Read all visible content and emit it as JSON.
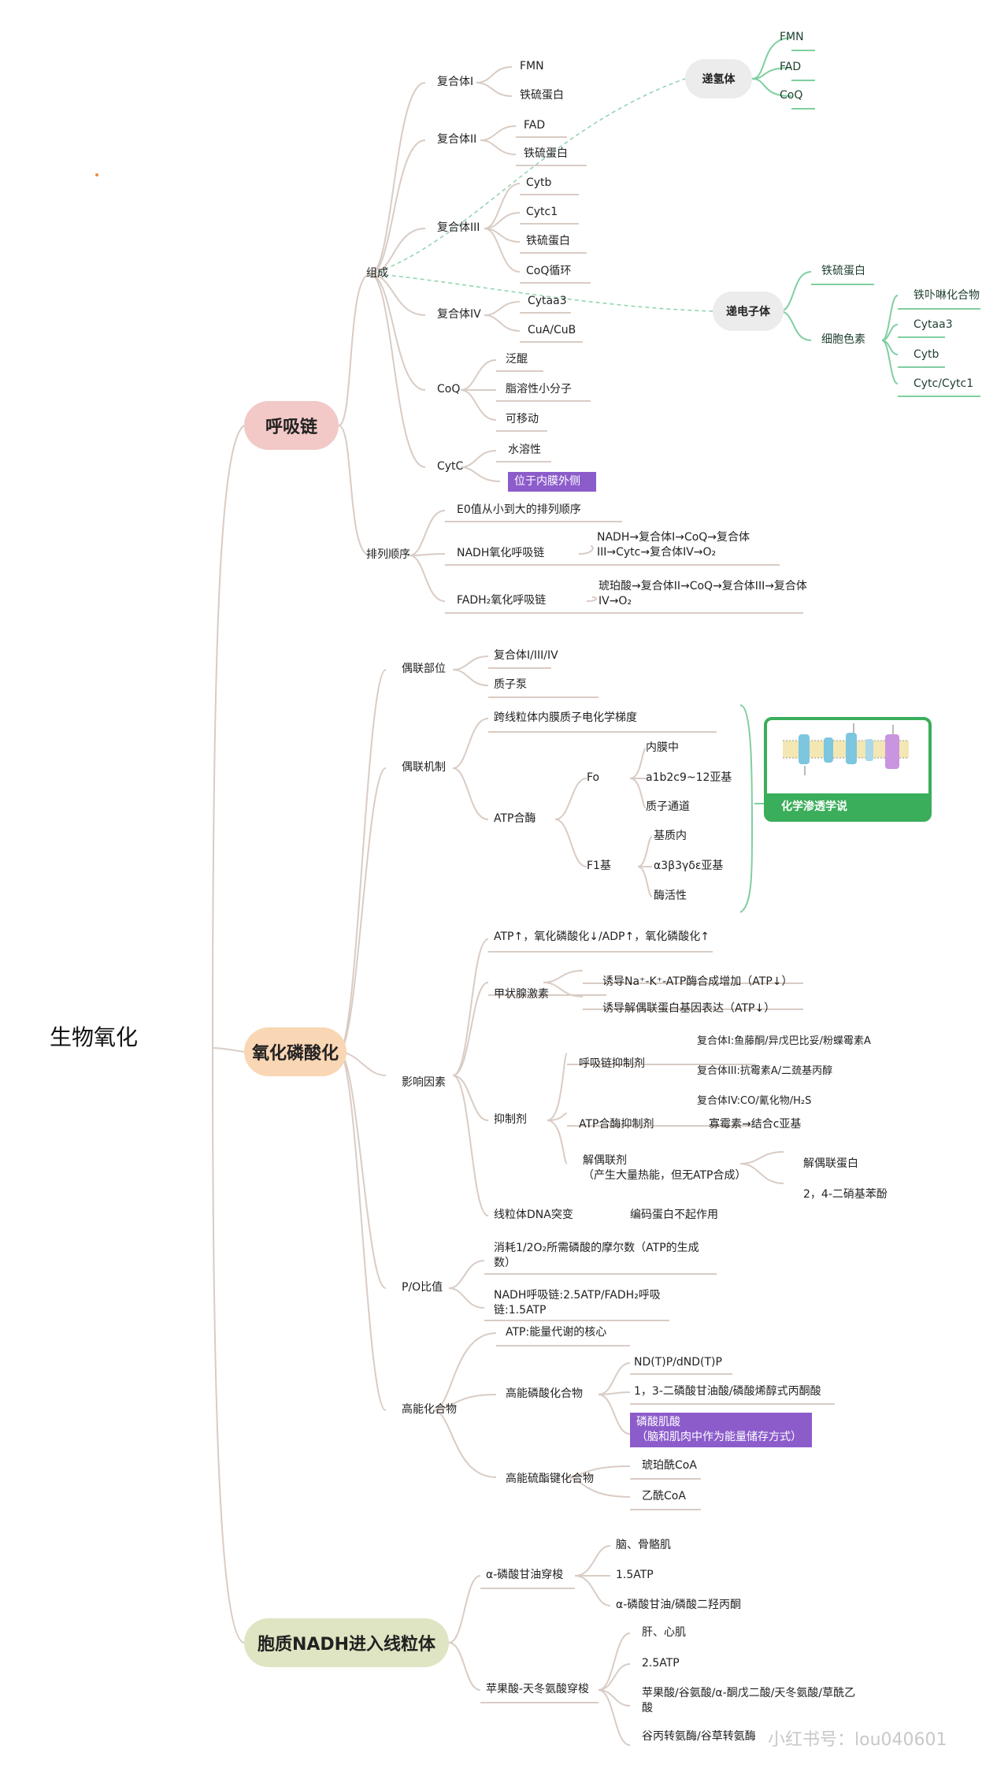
{
  "root": "生物氧化",
  "colors": {
    "branch1": "#f2c9c7",
    "branch2": "#f9d6b4",
    "branch3": "#dfe5c2",
    "line": "#d9ccc4",
    "green": "#7fcfa0",
    "purple": "#8c5ccb"
  },
  "branches": {
    "b1": {
      "label": "呼吸链",
      "composition": "组成",
      "complex1": {
        "label": "复合体I",
        "items": [
          "FMN",
          "铁硫蛋白"
        ]
      },
      "complex2": {
        "label": "复合体II",
        "items": [
          "FAD",
          "铁硫蛋白"
        ]
      },
      "complex3": {
        "label": "复合体III",
        "items": [
          "Cytb",
          "Cytc1",
          "铁硫蛋白",
          "CoQ循环"
        ]
      },
      "complex4": {
        "label": "复合体IV",
        "items": [
          "Cytaa3",
          "CuA/CuB"
        ]
      },
      "coq": {
        "label": "CoQ",
        "items": [
          "泛醌",
          "脂溶性小分子",
          "可移动"
        ]
      },
      "cytc": {
        "label": "CytC",
        "items": [
          "水溶性",
          "位于内膜外侧"
        ]
      },
      "hydrogen_carrier": {
        "label": "递氢体",
        "items": [
          "FMN",
          "FAD",
          "CoQ"
        ]
      },
      "electron_carrier": {
        "label": "递电子体",
        "iron_sulfur": "铁硫蛋白",
        "cytochrome": "细胞色素",
        "cyto_items": [
          "铁卟啉化合物",
          "Cytaa3",
          "Cytb",
          "Cytc/Cytc1"
        ]
      },
      "order": {
        "label": "排列顺序",
        "e0": "E0值从小到大的排列顺序",
        "nadh_label": "NADH氧化呼吸链",
        "nadh_desc": "NADH→复合体I→CoQ→复合体III→Cytc→复合体IV→O₂",
        "fadh_label": "FADH₂氧化呼吸链",
        "fadh_desc": "琥珀酸→复合体II→CoQ→复合体III→复合体IV→O₂"
      }
    },
    "b2": {
      "label": "氧化磷酸化",
      "coupling_site": {
        "label": "偶联部位",
        "items": [
          "复合体I/III/IV",
          "质子泵"
        ]
      },
      "coupling_mech": {
        "label": "偶联机制",
        "gradient": "跨线粒体内膜质子电化学梯度",
        "atp_synthase": "ATP合酶",
        "fo": "Fo",
        "fo_items": [
          "内膜中",
          "a1b2c9~12亚基",
          "质子通道"
        ],
        "f1": "F1基",
        "f1_items": [
          "基质内",
          "α3β3γδε亚基",
          "酶活性"
        ],
        "theory": "化学渗透学说"
      },
      "factors": {
        "label": "影响因素",
        "atp_adp": "ATP↑，氧化磷酸化↓/ADP↑，氧化磷酸化↑",
        "thyroid": "甲状腺激素",
        "thyroid_items": [
          "诱导Na⁺-K⁺-ATP酶合成增加（ATP↓）",
          "诱导解偶联蛋白基因表达（ATP↓）"
        ],
        "inhibitor": "抑制剂",
        "resp_inhib": "呼吸链抑制剂",
        "resp_items": [
          "复合体I:鱼藤酮/异戊巴比妥/粉蝶霉素A",
          "复合体III:抗霉素A/二巯基丙醇",
          "复合体IV:CO/氰化物/H₂S"
        ],
        "atp_inhib": "ATP合酶抑制剂",
        "atp_inhib_item": "寡霉素→结合c亚基",
        "uncoupler": "解偶联剂",
        "uncoupler_note": "（产生大量热能，但无ATP合成）",
        "uncoupler_items": [
          "解偶联蛋白",
          "2，4-二硝基苯酚"
        ],
        "mtdna": "线粒体DNA突变",
        "mtdna_item": "编码蛋白不起作用"
      },
      "po": {
        "label": "P/O比值",
        "items": [
          "消耗1/2O₂所需磷酸的摩尔数（ATP的生成数）",
          "NADH呼吸链:2.5ATP/FADH₂呼吸链:1.5ATP"
        ]
      },
      "high_energy": {
        "label": "高能化合物",
        "atp": "ATP:能量代谢的核心",
        "phosphate": "高能磷酸化合物",
        "phosphate_items": [
          "ND(T)P/dND(T)P",
          "1，3-二磷酸甘油酸/磷酸烯醇式丙酮酸"
        ],
        "creatine": "磷酸肌酸",
        "creatine_note": "（脑和肌肉中作为能量储存方式）",
        "thioester": "高能硫酯键化合物",
        "thioester_items": [
          "琥珀酰CoA",
          "乙酰CoA"
        ]
      }
    },
    "b3": {
      "label": "胞质NADH进入线粒体",
      "glycerol": {
        "label": "α-磷酸甘油穿梭",
        "items": [
          "脑、骨骼肌",
          "1.5ATP",
          "α-磷酸甘油/磷酸二羟丙酮"
        ]
      },
      "malate": {
        "label": "苹果酸-天冬氨酸穿梭",
        "items": [
          "肝、心肌",
          "2.5ATP",
          "苹果酸/谷氨酸/α-酮戊二酸/天冬氨酸/草酰乙酸",
          "谷丙转氨酶/谷草转氨酶"
        ]
      }
    }
  },
  "watermark": "小红书号：lou040601"
}
